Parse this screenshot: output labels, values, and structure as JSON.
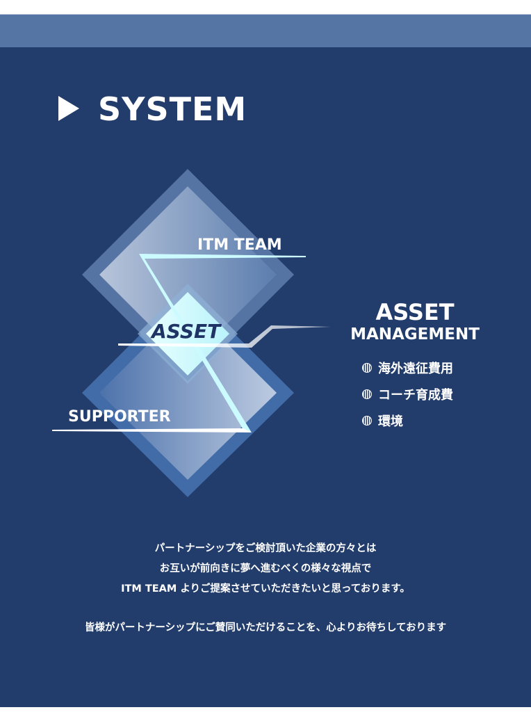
{
  "header": {
    "title": "SYSTEM",
    "icon": "play-triangle-icon"
  },
  "diagram": {
    "itm_team": "ITM TEAM",
    "supporter": "SUPPORTER",
    "asset": "ASSET",
    "asset_management_line1": "ASSET",
    "asset_management_line2": "MANAGEMENT",
    "items": [
      "海外遠征費用",
      "コーチ育成費",
      "環境"
    ]
  },
  "message": {
    "lines": [
      "パートナーシップをご検討頂いた企業の方々とは",
      "お互いが前向きに夢へ進むべくの様々な視点で",
      "ITM TEAM よりご提案させていただきたいと思っております。"
    ],
    "closing": "皆様がパートナーシップにご賛同いただけることを、心よりお待ちしております"
  },
  "colors": {
    "background": "#223c6b",
    "band": "#5576a4",
    "accent": "#ccfbff"
  }
}
